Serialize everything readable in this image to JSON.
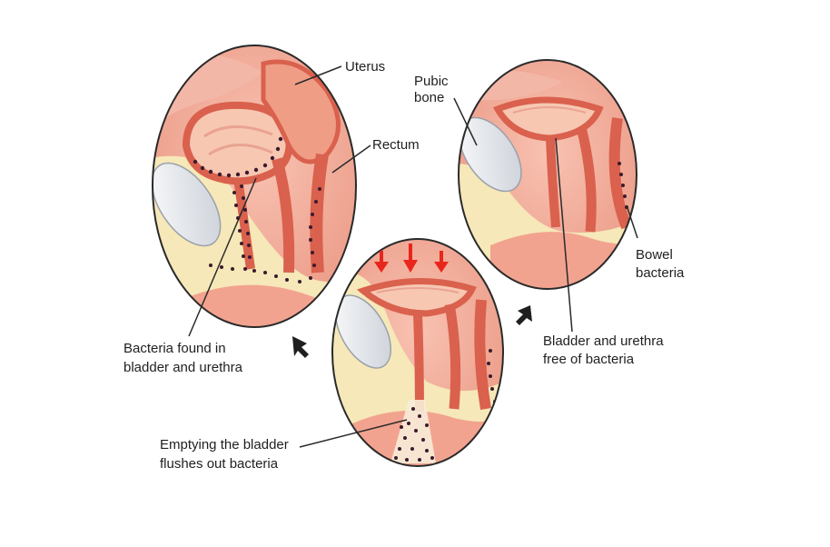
{
  "labels": {
    "uterus": "Uterus",
    "rectum": "Rectum",
    "pubic_bone_line1": "Pubic",
    "pubic_bone_line2": "bone",
    "bacteria_found_line1": "Bacteria found in",
    "bacteria_found_line2": "bladder and urethra",
    "bowel_bacteria_line1": "Bowel",
    "bowel_bacteria_line2": "bacteria",
    "bladder_free_line1": "Bladder and urethra",
    "bladder_free_line2": "free of bacteria",
    "emptying_line1": "Emptying the bladder",
    "emptying_line2": "flushes out bacteria"
  },
  "colors": {
    "tissue_pink": "#f2a38f",
    "tissue_dark": "#d9614d",
    "fat_yellow": "#f6e8b8",
    "bone_gray": "#e3e6ea",
    "background": "#ffffff",
    "pressure_arrow": "#e8261c",
    "bacteria_dot": "#3a1a2e"
  },
  "icons": {
    "flow_arrow": "arrow-icon",
    "pressure_arrow": "down-arrow-icon"
  }
}
